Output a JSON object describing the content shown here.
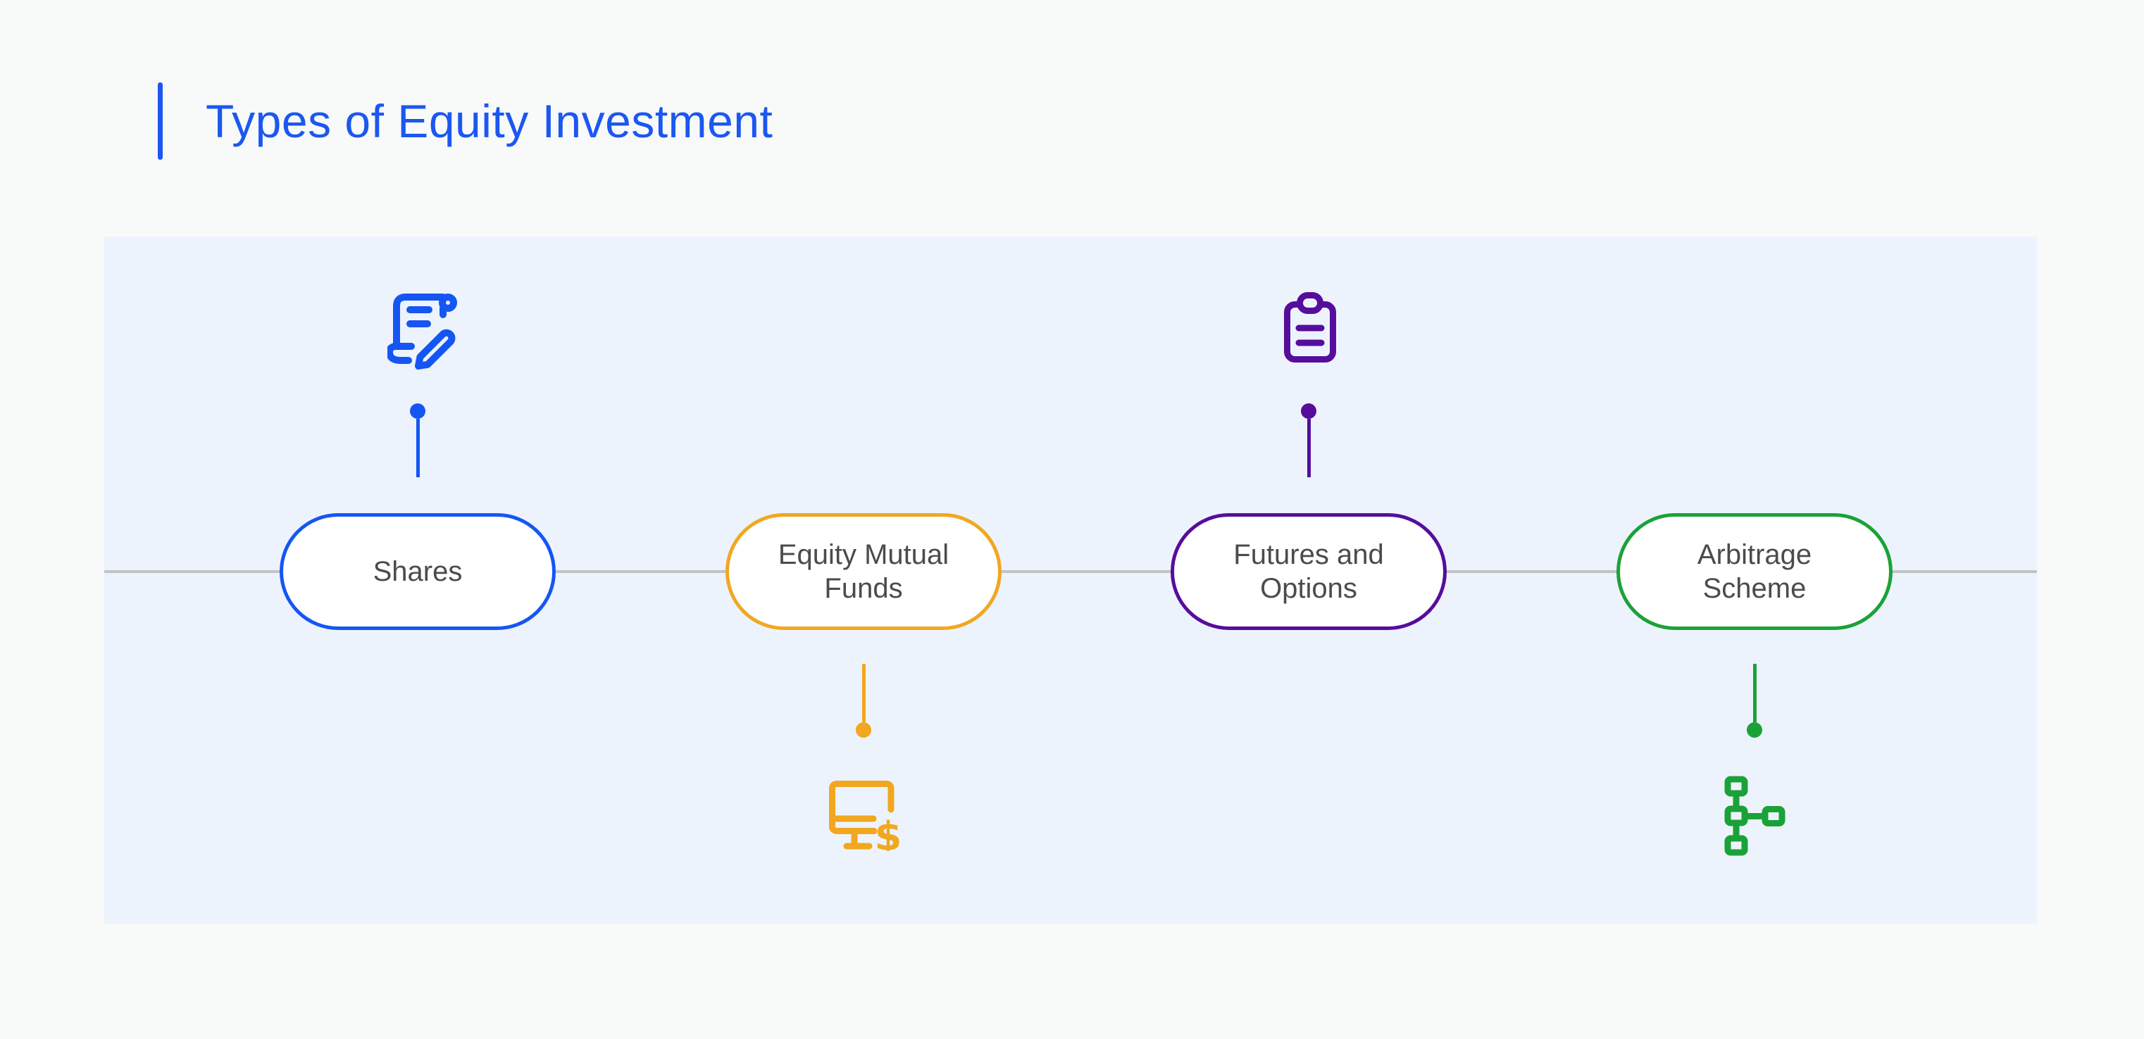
{
  "header": {
    "title": "Types of Equity Investment",
    "accent_color": "#1B57F1"
  },
  "colors": {
    "page_background": "#F8F9F9",
    "panel_background": "#EDF3FD",
    "timeline": "#C2C3C5",
    "node_label_text": "#4A4B4D",
    "pill_fill": "#FFFFFF"
  },
  "nodes": [
    {
      "label": "Shares",
      "color": "#1556F3",
      "icon": "contract-edit-icon",
      "icon_position": "above"
    },
    {
      "label": "Equity Mutual Funds",
      "color": "#F1A71F",
      "icon": "monitor-dollar-icon",
      "icon_position": "below",
      "dollar_glyph": "$"
    },
    {
      "label": "Futures and Options",
      "color": "#560D9B",
      "icon": "clipboard-icon",
      "icon_position": "above"
    },
    {
      "label": "Arbitrage Scheme",
      "color": "#1AA238",
      "icon": "flowchart-icon",
      "icon_position": "below"
    }
  ]
}
